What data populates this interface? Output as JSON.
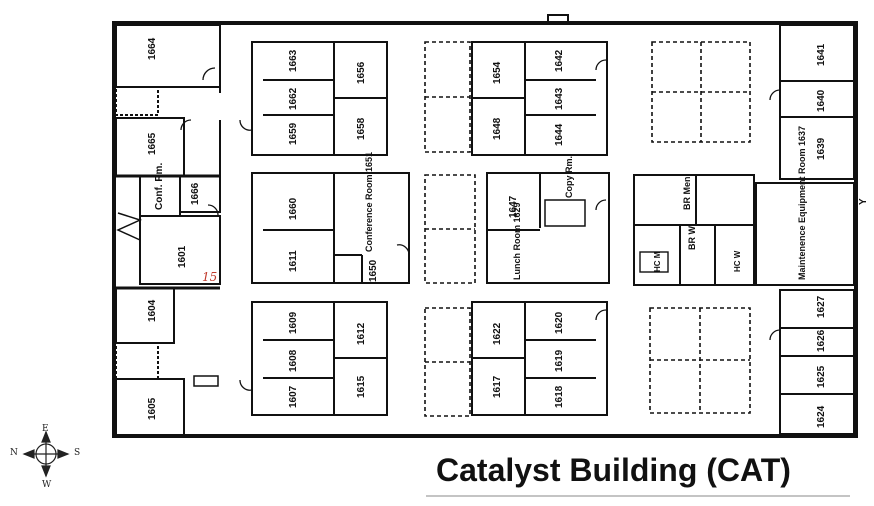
{
  "title": "Catalyst Building (CAT)",
  "handwritten_note": "15",
  "compass": {
    "n": "N",
    "e": "E",
    "s": "S",
    "w": "W"
  },
  "colors": {
    "ink": "#111111",
    "handwritten": "#c0392b"
  },
  "rooms": {
    "r1664": "1664",
    "r1665": "1665",
    "r1666": "1666",
    "conf": "Conf. Rm.",
    "r1601": "1601",
    "r1604": "1604",
    "r1605": "1605",
    "r1663": "1663",
    "r1662": "1662",
    "r1659": "1659",
    "r1656": "1656",
    "r1658": "1658",
    "r1660": "1660",
    "r1611": "1611",
    "r1650": "1650",
    "conference_1651": "Conference Room 1651",
    "r1609": "1609",
    "r1608": "1608",
    "r1607": "1607",
    "r1612": "1612",
    "r1615": "1615",
    "r1654": "1654",
    "r1648": "1648",
    "r1642": "1642",
    "r1643": "1643",
    "r1644": "1644",
    "r1647": "1647",
    "copy": "Copy Rm.",
    "lunch": "Lunch Room 1629",
    "r1622": "1622",
    "r1617": "1617",
    "r1620": "1620",
    "r1619": "1619",
    "r1618": "1618",
    "br_men": "BR Men",
    "br_w": "BR W",
    "hc_m": "HC M",
    "hc_w": "HC W",
    "maint": "Maintenence Equipment Room 1637",
    "r1641": "1641",
    "r1640": "1640",
    "r1639": "1639",
    "r1627": "1627",
    "r1626": "1626",
    "r1625": "1625",
    "r1624": "1624",
    "edge_y": "Y"
  }
}
